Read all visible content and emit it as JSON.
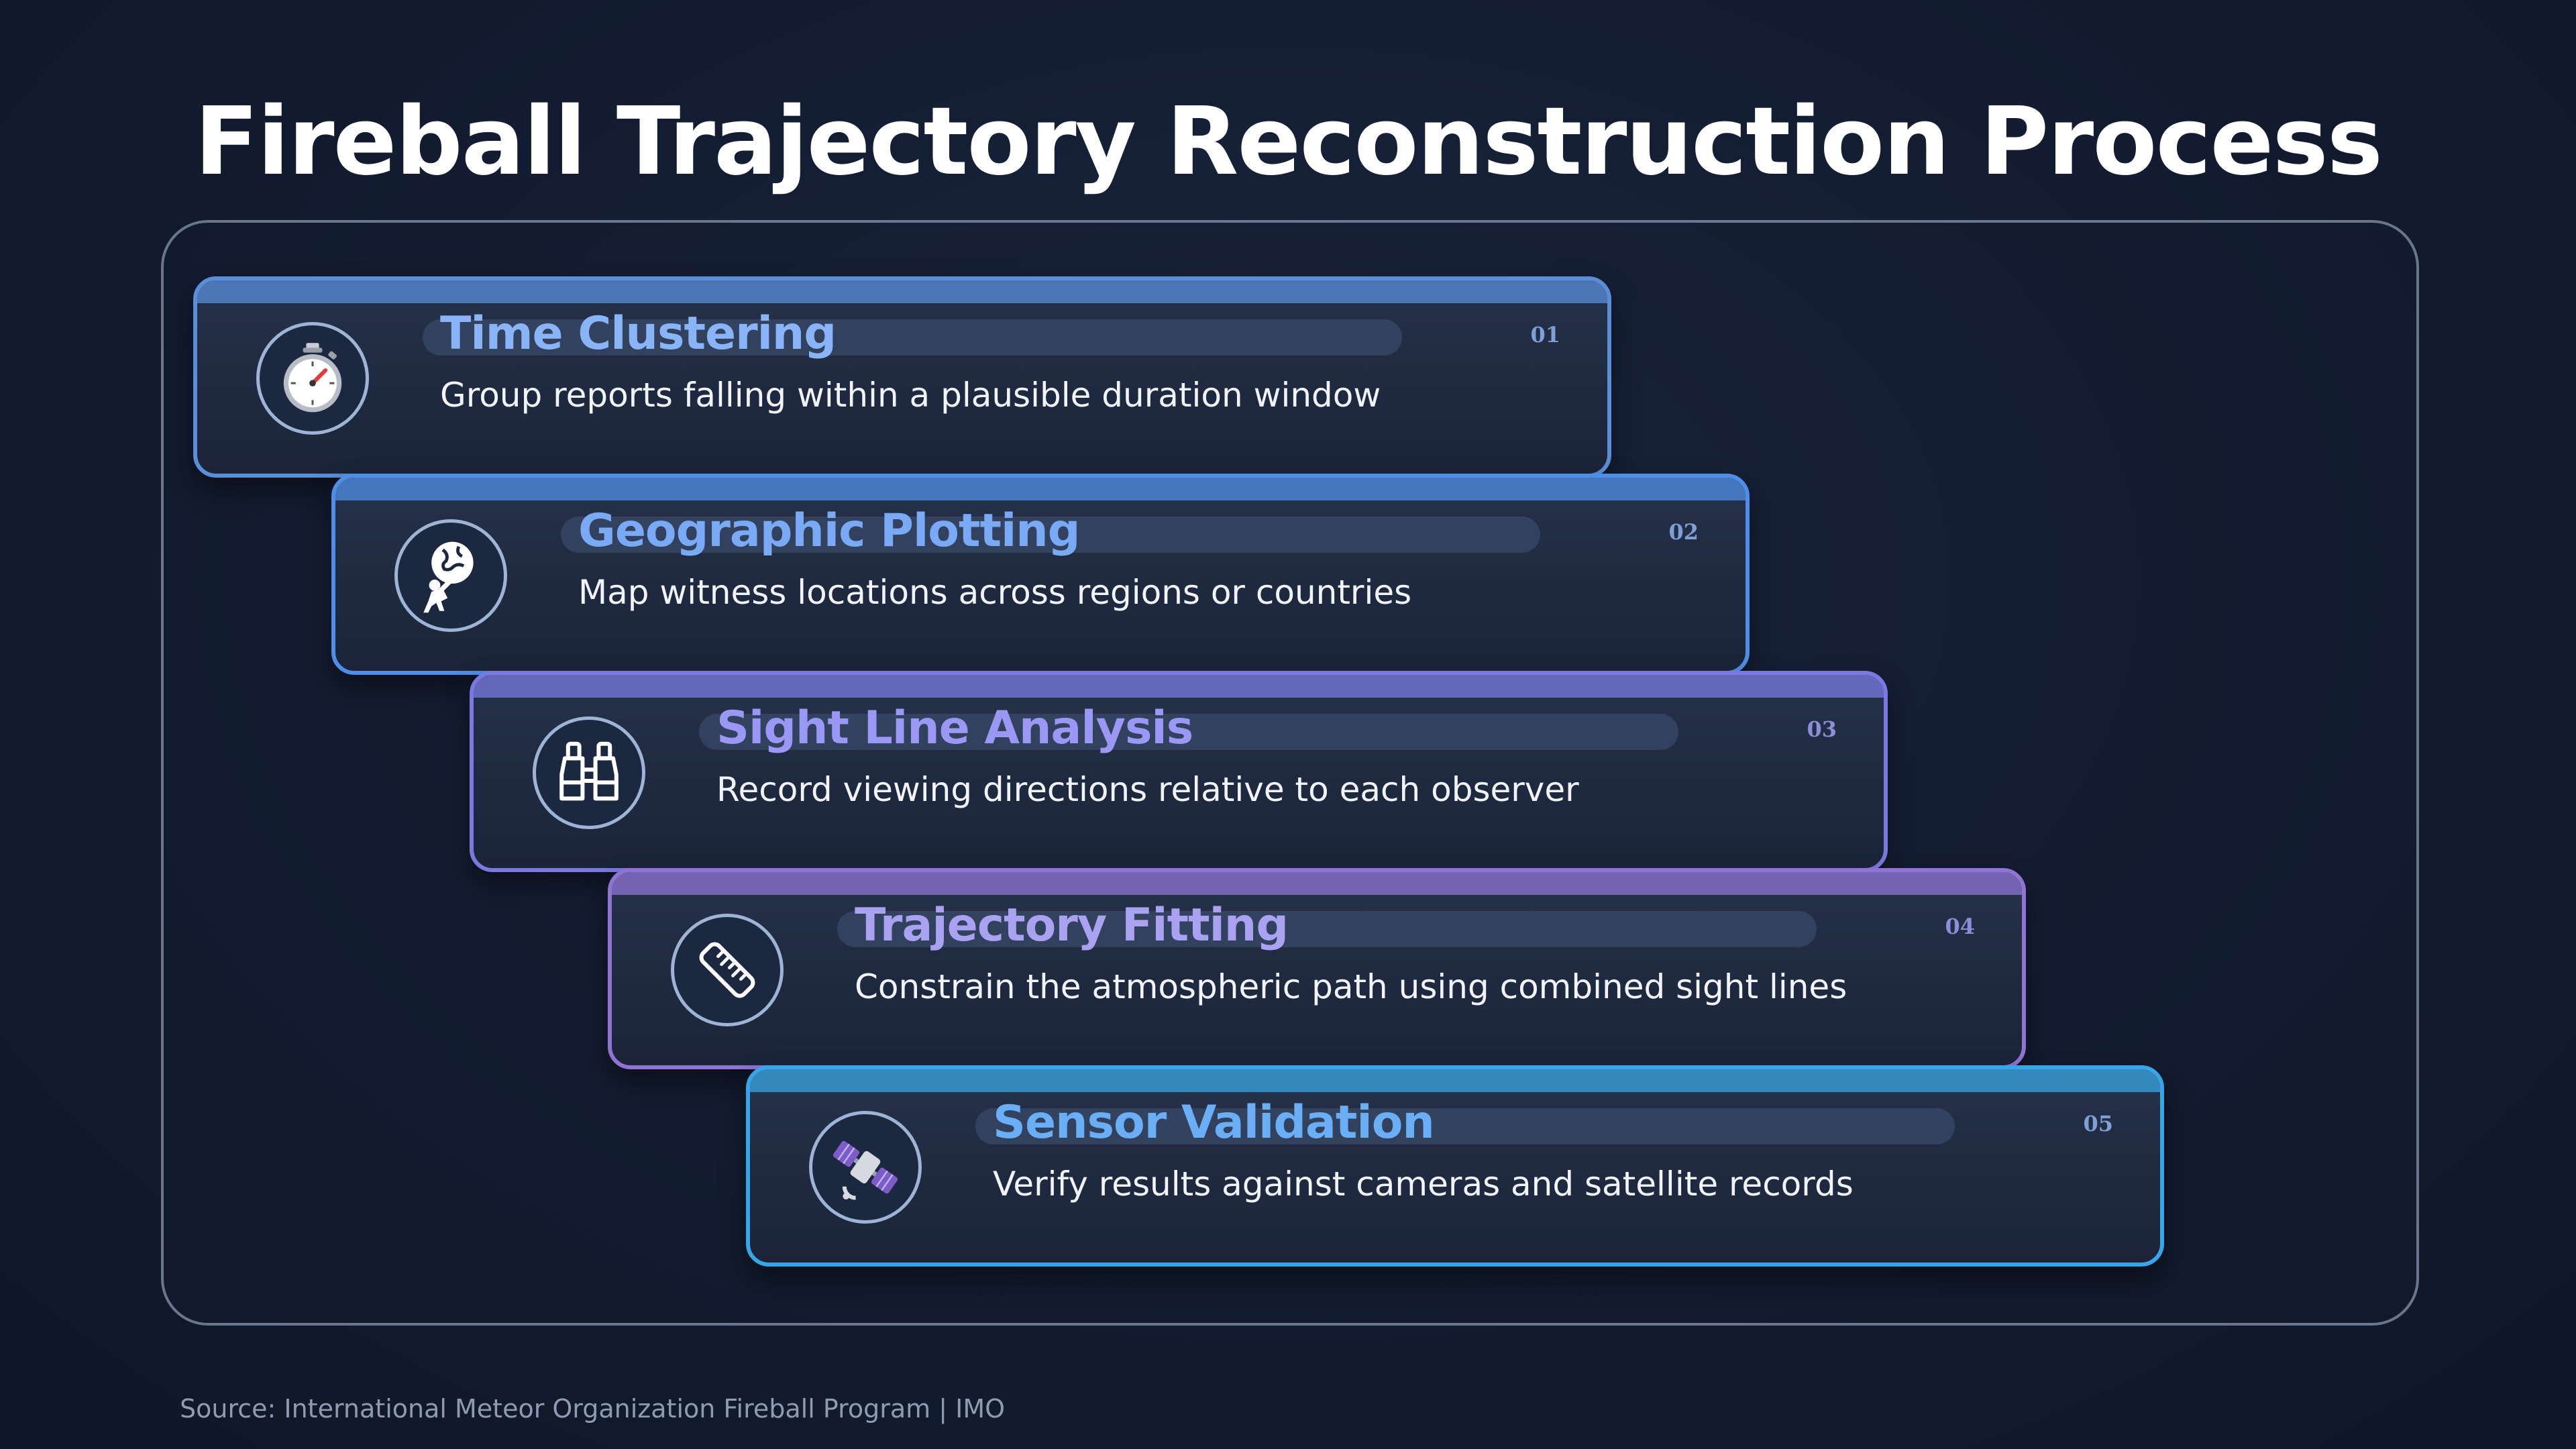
{
  "title": "Fireball Trajectory Reconstruction Process",
  "steps": [
    {
      "number": "01",
      "title": "Time Clustering",
      "description": "Group reports falling within a plausible duration window",
      "icon": "stopwatch-icon",
      "accent": "#5a8fd8",
      "title_color": "#8ab4f8"
    },
    {
      "number": "02",
      "title": "Geographic Plotting",
      "description": "Map witness locations across regions or countries",
      "icon": "globe-person-icon",
      "accent": "#4f8ee6",
      "title_color": "#7aaaf5"
    },
    {
      "number": "03",
      "title": "Sight Line Analysis",
      "description": "Record viewing directions relative to each observer",
      "icon": "binoculars-icon",
      "accent": "#7b79e0",
      "title_color": "#9b97f5"
    },
    {
      "number": "04",
      "title": "Trajectory Fitting",
      "description": "Constrain the atmospheric path using combined sight lines",
      "icon": "ruler-icon",
      "accent": "#8f74d4",
      "title_color": "#a9a2f0"
    },
    {
      "number": "05",
      "title": "Sensor Validation",
      "description": "Verify results against cameras and satellite records",
      "icon": "satellite-icon",
      "accent": "#38a6e6",
      "title_color": "#6aaef5"
    }
  ],
  "source": "Source: International Meteor Organization Fireball Program | IMO"
}
